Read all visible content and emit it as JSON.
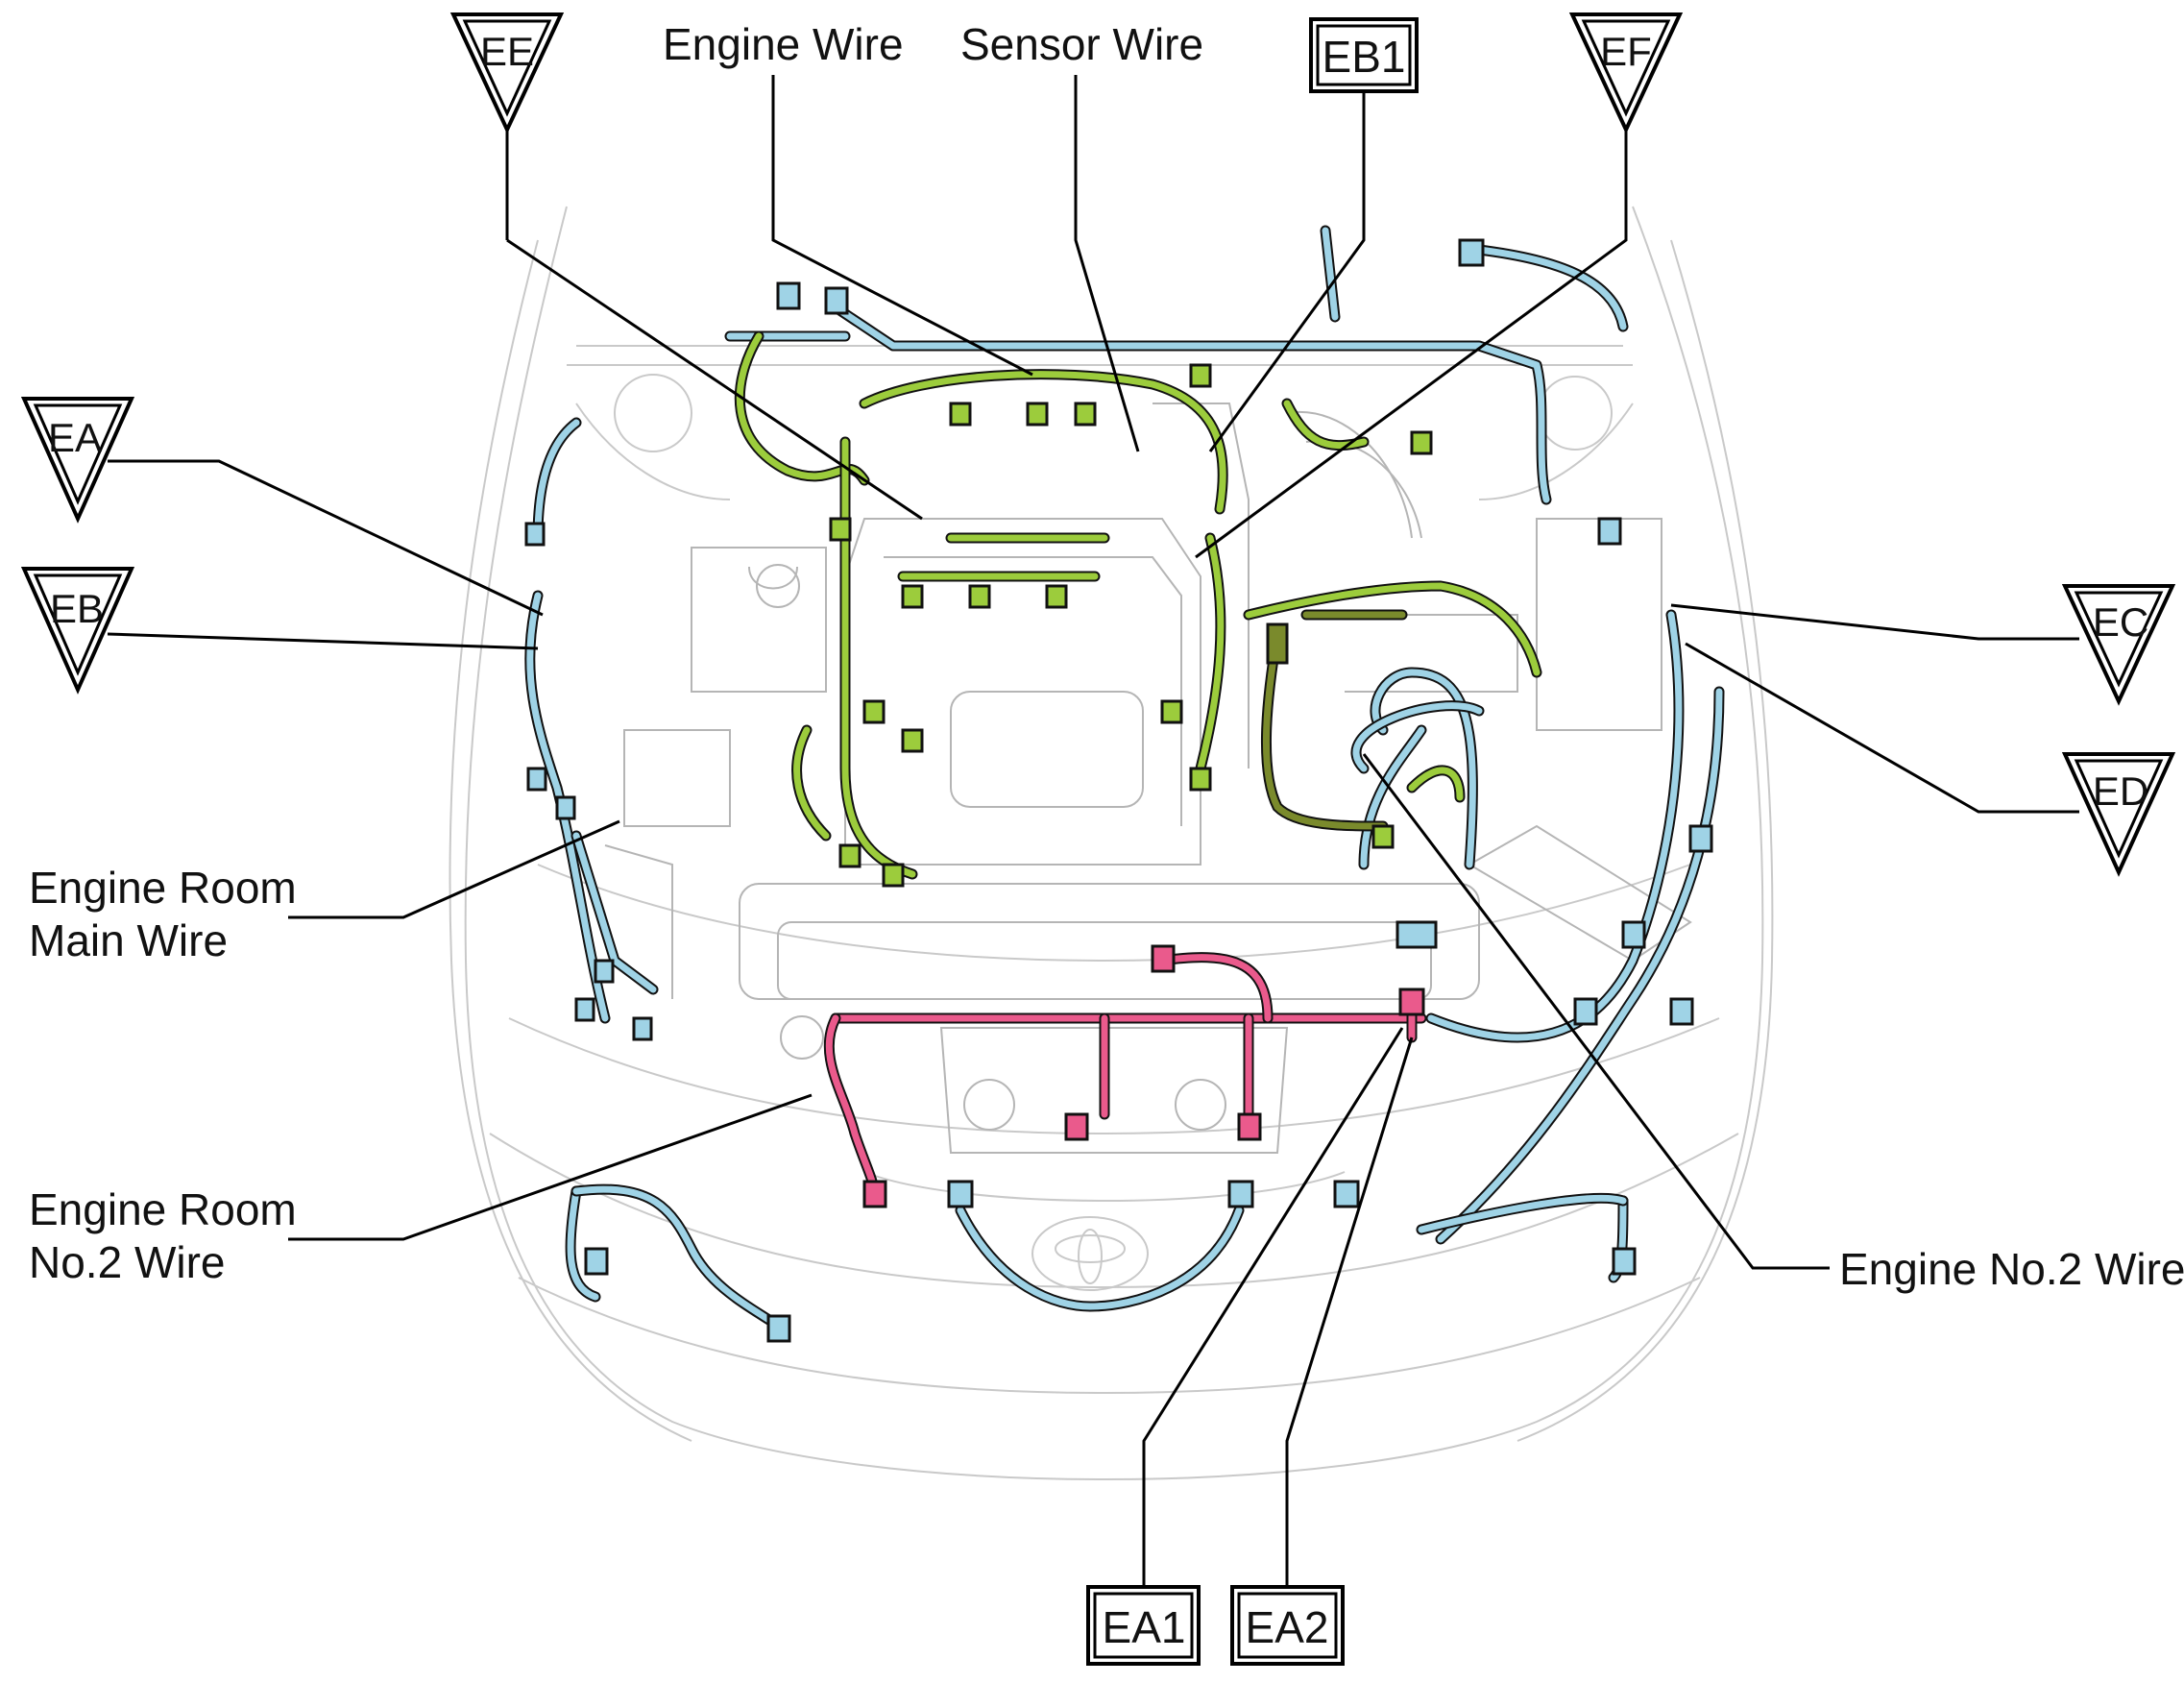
{
  "labels": {
    "engine_wire": "Engine Wire",
    "sensor_wire": "Sensor Wire",
    "engine_room_main_wire_line1": "Engine Room",
    "engine_room_main_wire_line2": "Main Wire",
    "engine_room_no2_wire_line1": "Engine Room",
    "engine_room_no2_wire_line2": "No.2 Wire",
    "engine_no2_wire": "Engine No.2 Wire"
  },
  "box_tags": {
    "eb1": "EB1",
    "ea1": "EA1",
    "ea2": "EA2"
  },
  "triangle_tags": {
    "ee": "EE",
    "ef": "EF",
    "ea": "EA",
    "eb": "EB",
    "ec": "EC",
    "ed": "ED"
  },
  "colors": {
    "engine_room_wire_blue": "#9fd3e6",
    "engine_wire_green": "#9ccc3c",
    "engine_room_no2_wire_pink": "#ea5a8c",
    "engine_no2_wire_olive": "#7a8a2c",
    "outline": "#111111"
  }
}
